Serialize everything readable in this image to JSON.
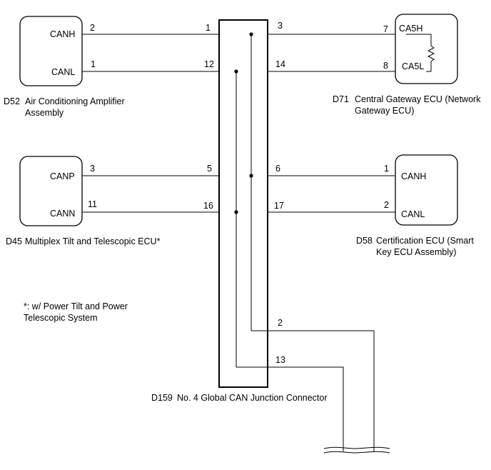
{
  "components": {
    "d52": {
      "code": "D52",
      "name_line1": "Air Conditioning Amplifier",
      "name_line2": "Assembly",
      "pin_top_label": "CANH",
      "pin_bottom_label": "CANL"
    },
    "d71": {
      "code": "D71",
      "name_line1": "Central Gateway ECU (Network",
      "name_line2": "Gateway ECU)",
      "pin_top_label": "CA5H",
      "pin_bottom_label": "CA5L"
    },
    "d45": {
      "code": "D45",
      "name": "Multiplex Tilt and Telescopic ECU*",
      "pin_top_label": "CANP",
      "pin_bottom_label": "CANN"
    },
    "d58": {
      "code": "D58",
      "name_line1": "Certification ECU (Smart",
      "name_line2": "Key ECU Assembly)",
      "pin_top_label": "CANH",
      "pin_bottom_label": "CANL"
    },
    "d159": {
      "code": "D159",
      "name": "No. 4 Global CAN Junction Connector"
    }
  },
  "pins": {
    "d52_canh": "2",
    "d52_canl": "1",
    "j_1": "1",
    "j_12": "12",
    "j_3": "3",
    "j_14": "14",
    "d71_ca5h": "7",
    "d71_ca5l": "8",
    "d45_canp": "3",
    "d45_cann": "11",
    "j_5": "5",
    "j_16": "16",
    "j_6": "6",
    "j_17": "17",
    "d58_canh": "1",
    "d58_canl": "2",
    "j_2": "2",
    "j_13": "13"
  },
  "footnote": {
    "line1": "*: w/ Power Tilt and Power",
    "line2": "Telescopic System"
  },
  "colors": {
    "line": "#000000",
    "background": "#ffffff"
  }
}
